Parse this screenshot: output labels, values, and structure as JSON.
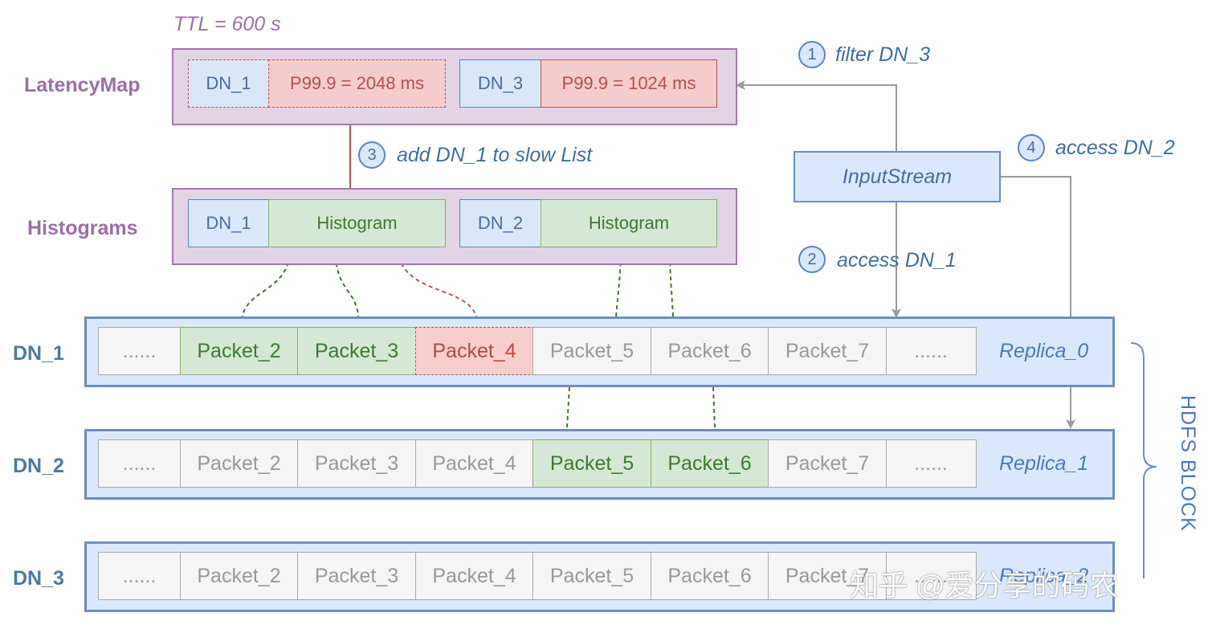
{
  "ttl": "TTL = 600 s",
  "latency_map": {
    "label": "LatencyMap",
    "entries": [
      {
        "dn": "DN_1",
        "value": "P99.9 = 2048 ms"
      },
      {
        "dn": "DN_3",
        "value": "P99.9 = 1024 ms"
      }
    ]
  },
  "histograms": {
    "label": "Histograms",
    "entries": [
      {
        "dn": "DN_1",
        "value": "Histogram"
      },
      {
        "dn": "DN_2",
        "value": "Histogram"
      }
    ]
  },
  "steps": [
    {
      "num": "1",
      "text": "filter DN_3"
    },
    {
      "num": "2",
      "text": "access DN_1"
    },
    {
      "num": "3",
      "text": "add DN_1 to slow List"
    },
    {
      "num": "4",
      "text": "access DN_2"
    }
  ],
  "input_stream": "InputStream",
  "rows": [
    {
      "dn": "DN_1",
      "replica": "Replica_0",
      "cells": [
        "......",
        "Packet_2",
        "Packet_3",
        "Packet_4",
        "Packet_5",
        "Packet_6",
        "Packet_7",
        "......"
      ]
    },
    {
      "dn": "DN_2",
      "replica": "Replica_1",
      "cells": [
        "......",
        "Packet_2",
        "Packet_3",
        "Packet_4",
        "Packet_5",
        "Packet_6",
        "Packet_7",
        "......"
      ]
    },
    {
      "dn": "DN_3",
      "replica": "Replica_2",
      "cells": [
        "......",
        "Packet_2",
        "Packet_3",
        "Packet_4",
        "Packet_5",
        "Packet_6",
        "Packet_7",
        "......"
      ]
    }
  ],
  "hdfs_block": "HDFS BLOCK",
  "watermark": "知乎 @爱分享的码农",
  "colors": {
    "accent_blue": "#6c8ebf",
    "green": "#82b366",
    "red": "#b85450",
    "purple": "#9f79a8",
    "gray_arrow": "#999999"
  }
}
